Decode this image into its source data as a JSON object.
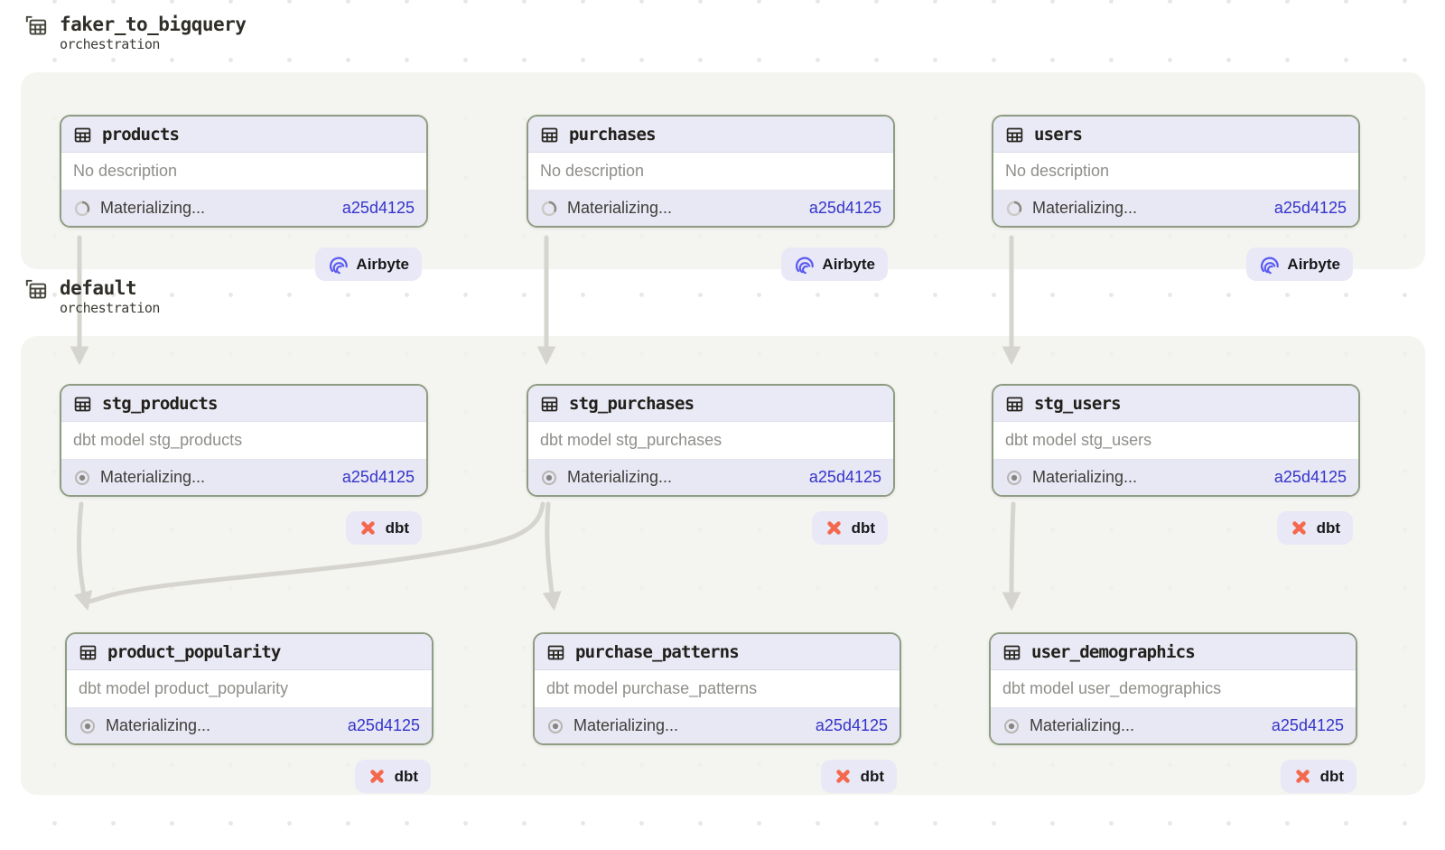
{
  "groups": [
    {
      "title": "faker_to_bigquery",
      "subtitle": "orchestration"
    },
    {
      "title": "default",
      "subtitle": "orchestration"
    }
  ],
  "badges": {
    "airbyte": "Airbyte",
    "dbt": "dbt"
  },
  "nodes": [
    {
      "name": "products",
      "description": "No description",
      "status": "Materializing...",
      "run_id": "a25d4125",
      "badge": "Airbyte",
      "group": "faker_to_bigquery"
    },
    {
      "name": "purchases",
      "description": "No description",
      "status": "Materializing...",
      "run_id": "a25d4125",
      "badge": "Airbyte",
      "group": "faker_to_bigquery"
    },
    {
      "name": "users",
      "description": "No description",
      "status": "Materializing...",
      "run_id": "a25d4125",
      "badge": "Airbyte",
      "group": "faker_to_bigquery"
    },
    {
      "name": "stg_products",
      "description": "dbt model stg_products",
      "status": "Materializing...",
      "run_id": "a25d4125",
      "badge": "dbt",
      "group": "default"
    },
    {
      "name": "stg_purchases",
      "description": "dbt model stg_purchases",
      "status": "Materializing...",
      "run_id": "a25d4125",
      "badge": "dbt",
      "group": "default"
    },
    {
      "name": "stg_users",
      "description": "dbt model stg_users",
      "status": "Materializing...",
      "run_id": "a25d4125",
      "badge": "dbt",
      "group": "default"
    },
    {
      "name": "product_popularity",
      "description": "dbt model product_popularity",
      "status": "Materializing...",
      "run_id": "a25d4125",
      "badge": "dbt",
      "group": "default"
    },
    {
      "name": "purchase_patterns",
      "description": "dbt model purchase_patterns",
      "status": "Materializing...",
      "run_id": "a25d4125",
      "badge": "dbt",
      "group": "default"
    },
    {
      "name": "user_demographics",
      "description": "dbt model user_demographics",
      "status": "Materializing...",
      "run_id": "a25d4125",
      "badge": "dbt",
      "group": "default"
    }
  ],
  "edges": [
    {
      "from": "products",
      "to": "stg_products"
    },
    {
      "from": "purchases",
      "to": "stg_purchases"
    },
    {
      "from": "users",
      "to": "stg_users"
    },
    {
      "from": "stg_products",
      "to": "product_popularity"
    },
    {
      "from": "stg_purchases",
      "to": "product_popularity"
    },
    {
      "from": "stg_purchases",
      "to": "purchase_patterns"
    },
    {
      "from": "stg_users",
      "to": "user_demographics"
    }
  ],
  "colors": {
    "node_border": "#8e9c82",
    "node_header_bg": "#eae9f6",
    "run_id_text": "#3434cb",
    "airbyte_blue": "#5a5af2",
    "dbt_orange": "#f4694d",
    "edge_gray": "#d6d4cf",
    "group_band_bg": "#f2f1ed"
  }
}
